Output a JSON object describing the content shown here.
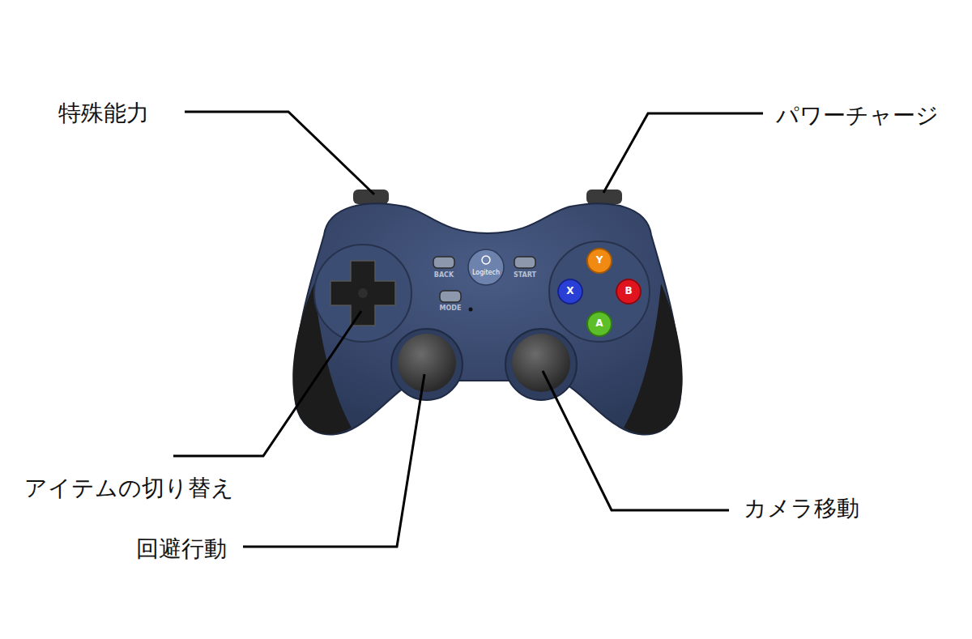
{
  "diagram": {
    "labels": [
      "特殊能力",
      "パワーチャージ",
      "アイテムの切り替え",
      "回避行動",
      "カメラ移動",
      "BACK",
      "START",
      "MODE",
      "Logitech",
      "Y",
      "X",
      "B",
      "A"
    ]
  }
}
